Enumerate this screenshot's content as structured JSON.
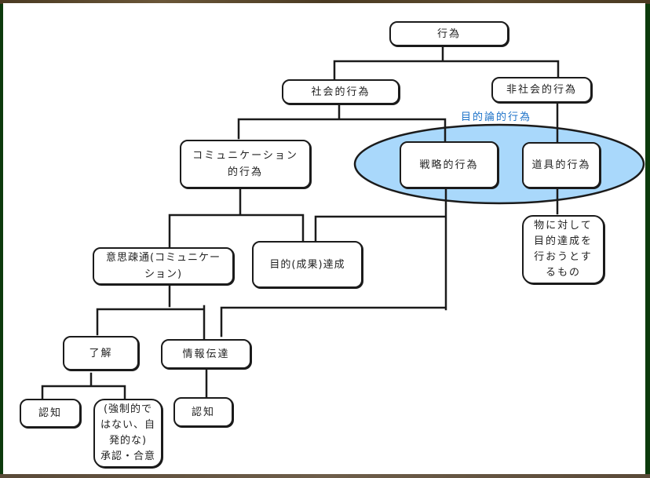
{
  "diagram": {
    "type": "hierarchy",
    "group": {
      "label": "目的論的行為",
      "fill": "#a9d8fb",
      "label_color": "#1c72c8",
      "members": [
        "strategic",
        "instrumental"
      ]
    },
    "nodes": {
      "action": "行為",
      "social": "社会的行為",
      "nonsocial": "非社会的行為",
      "communicative": "コミュニケーション\n的行為",
      "strategic": "戦略的行為",
      "instrumental": "道具的行為",
      "instrumental_desc": "物に対して\n目的達成を\n行おうとす\nるもの",
      "understanding": "意思疎通(コミュニケー\nション)",
      "goal": "目的(成果)達成",
      "comprehension": "了解",
      "info_transfer": "情報伝達",
      "cognition_1": "認知",
      "consent": "(強制的で\nはない、自\n発的な)\n承認・合意",
      "cognition_2": "認知"
    },
    "edges": [
      [
        "action",
        "social"
      ],
      [
        "action",
        "nonsocial"
      ],
      [
        "social",
        "communicative"
      ],
      [
        "social",
        "strategic"
      ],
      [
        "nonsocial",
        "instrumental"
      ],
      [
        "instrumental",
        "instrumental_desc"
      ],
      [
        "communicative",
        "understanding"
      ],
      [
        "communicative",
        "goal"
      ],
      [
        "strategic",
        "goal"
      ],
      [
        "strategic",
        "info_transfer"
      ],
      [
        "understanding",
        "comprehension"
      ],
      [
        "understanding",
        "info_transfer"
      ],
      [
        "comprehension",
        "cognition_1"
      ],
      [
        "comprehension",
        "consent"
      ],
      [
        "info_transfer",
        "cognition_2"
      ]
    ]
  }
}
